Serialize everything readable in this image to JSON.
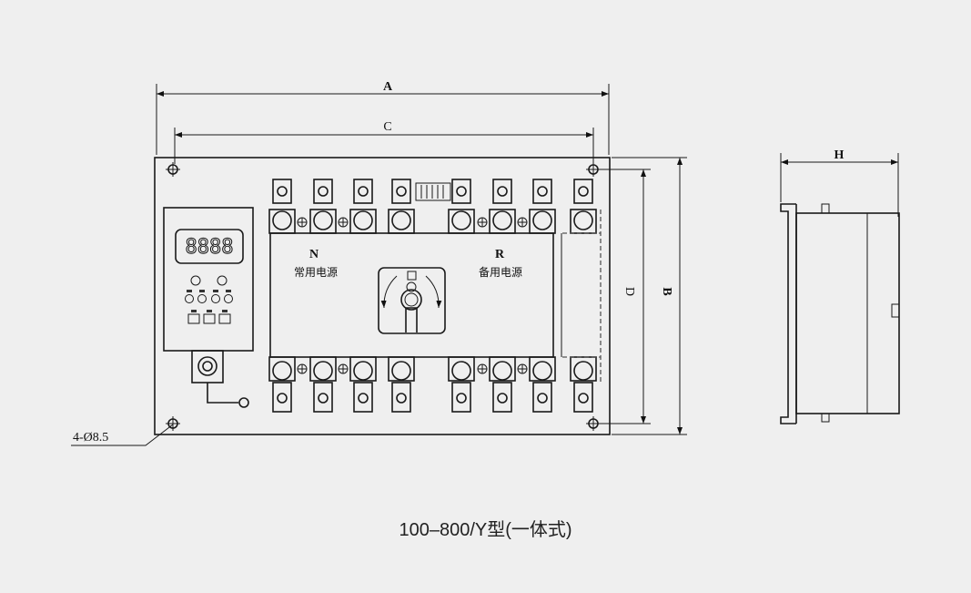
{
  "dimensions": {
    "A": "A",
    "C": "C",
    "B": "B",
    "D": "D",
    "H": "H",
    "holes": "4-Ø8.5"
  },
  "breaker": {
    "normal": {
      "letter": "N",
      "label": "常用电源"
    },
    "reserve": {
      "letter": "R",
      "label": "备用电源"
    }
  },
  "controller": {
    "display": "8888"
  },
  "caption": "100–800/Y型(一体式)"
}
